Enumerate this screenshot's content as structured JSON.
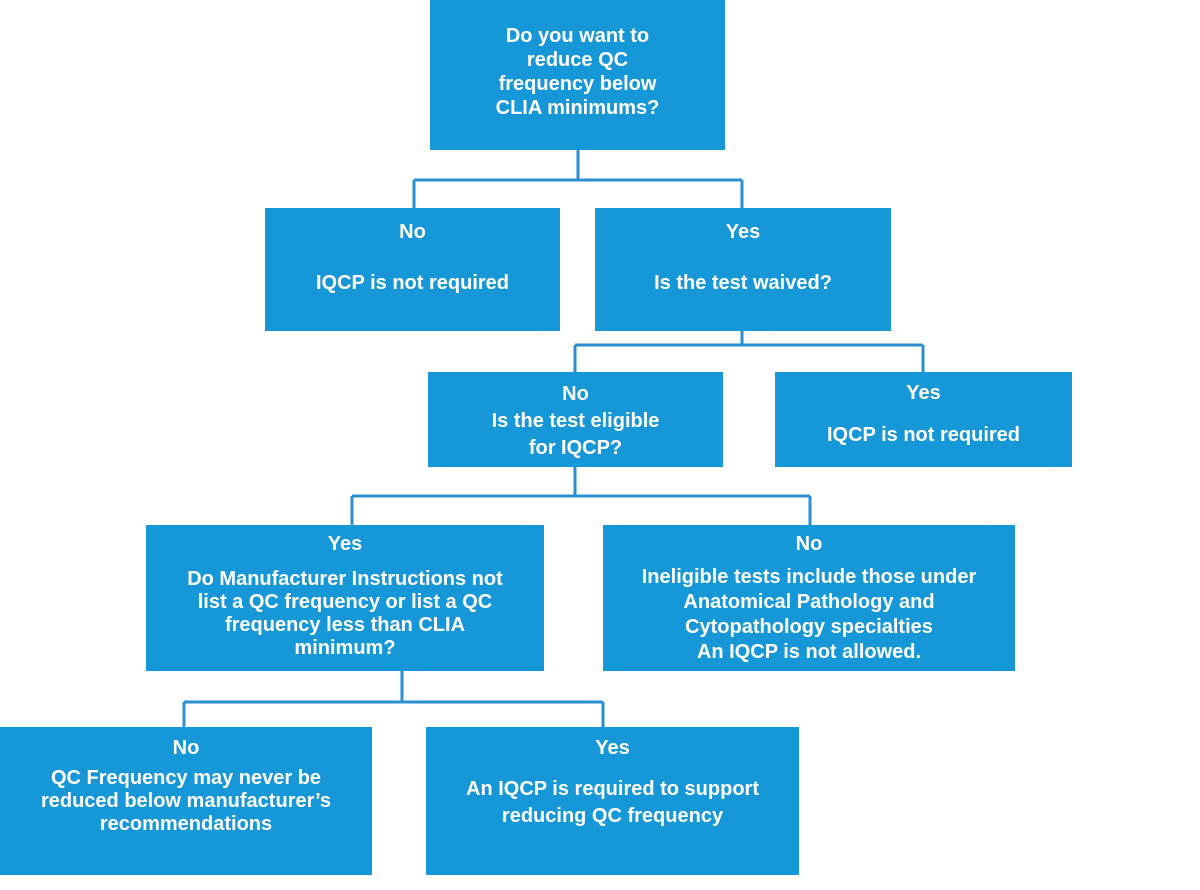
{
  "flowchart": {
    "question_root": "Do you want to\nreduce QC\nfrequency below\nCLIA minimums?",
    "reduce_no": {
      "answer": "No",
      "text": "IQCP is not required"
    },
    "reduce_yes": {
      "answer": "Yes",
      "text": "Is the test waived?"
    },
    "waived_no": {
      "answer": "No",
      "text": "Is the test eligible\nfor IQCP?"
    },
    "waived_yes": {
      "answer": "Yes",
      "text": "IQCP is not required"
    },
    "eligible_yes": {
      "answer": "Yes",
      "text": "Do Manufacturer Instructions  not\nlist a QC frequency or list a QC\nfrequency less than CLIA\nminimum?"
    },
    "eligible_no": {
      "answer": "No",
      "text": "Ineligible tests include those under\nAnatomical Pathology and\nCytopathology specialties\nAn IQCP is not allowed."
    },
    "manufacturer_no": {
      "answer": "No",
      "text": "QC Frequency may never be\nreduced below manufacturer’s\nrecommendations"
    },
    "manufacturer_yes": {
      "answer": "Yes",
      "text": "An IQCP is required to support\nreducing QC frequency"
    }
  },
  "colors": {
    "box": "#1697d8",
    "connector": "#2a8fcf",
    "text": "#ffffff"
  }
}
